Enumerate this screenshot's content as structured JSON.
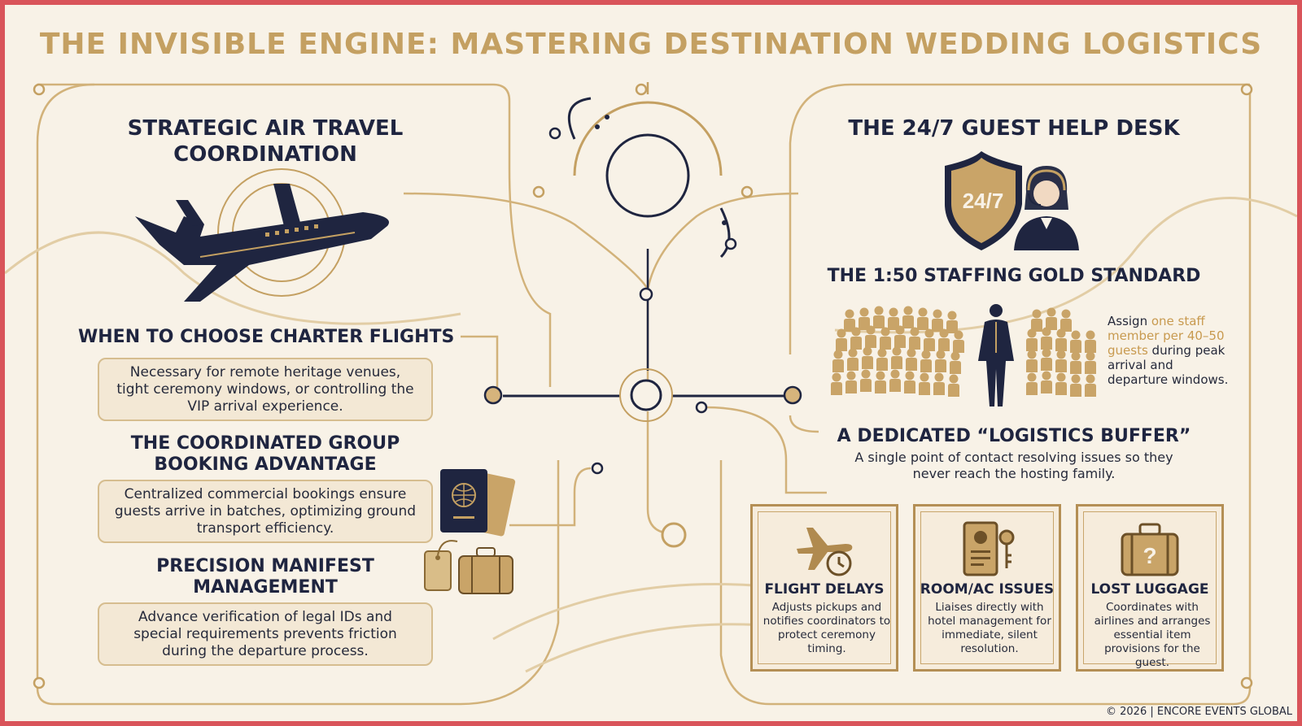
{
  "title": "THE INVISIBLE ENGINE: MASTERING DESTINATION WEDDING LOGISTICS",
  "left": {
    "heading": "STRATEGIC AIR TRAVEL COORDINATION",
    "sections": [
      {
        "heading": "WHEN TO CHOOSE CHARTER FLIGHTS",
        "text": "Necessary for remote heritage venues, tight ceremony windows, or controlling the VIP arrival experience."
      },
      {
        "heading": "THE COORDINATED GROUP BOOKING ADVANTAGE",
        "text": "Centralized commercial bookings ensure guests arrive in batches, optimizing ground transport efficiency."
      },
      {
        "heading": "PRECISION MANIFEST MANAGEMENT",
        "text": "Advance verification of legal IDs and special requirements prevents friction during the departure process."
      }
    ]
  },
  "right": {
    "heading": "THE 24/7 GUEST HELP DESK",
    "badge": "24/7",
    "staffing": {
      "heading": "THE 1:50 STAFFING GOLD STANDARD",
      "text_pre": "Assign ",
      "text_highlight": "one staff member per 40–50 guests",
      "text_post": " during peak arrival and departure windows."
    },
    "buffer": {
      "heading": "A DEDICATED “LOGISTICS BUFFER”",
      "text": "A single point of contact resolving issues so they never reach the hosting family."
    },
    "cards": [
      {
        "icon": "plane-clock-icon",
        "title": "FLIGHT DELAYS",
        "text": "Adjusts pickups and notifies coordinators to protect ceremony timing."
      },
      {
        "icon": "room-key-icon",
        "title": "ROOM/AC ISSUES",
        "text": "Liaises directly with hotel management for immediate, silent resolution."
      },
      {
        "icon": "luggage-question-icon",
        "title": "LOST LUGGAGE",
        "text": "Coordinates with airlines and arranges essential item provisions for the guest."
      }
    ]
  },
  "footer": "© 2026 | ENCORE EVENTS GLOBAL",
  "colors": {
    "gold": "#c4a062",
    "navy": "#1f2540",
    "cream": "#f8f2e7",
    "border": "#d9545a"
  }
}
